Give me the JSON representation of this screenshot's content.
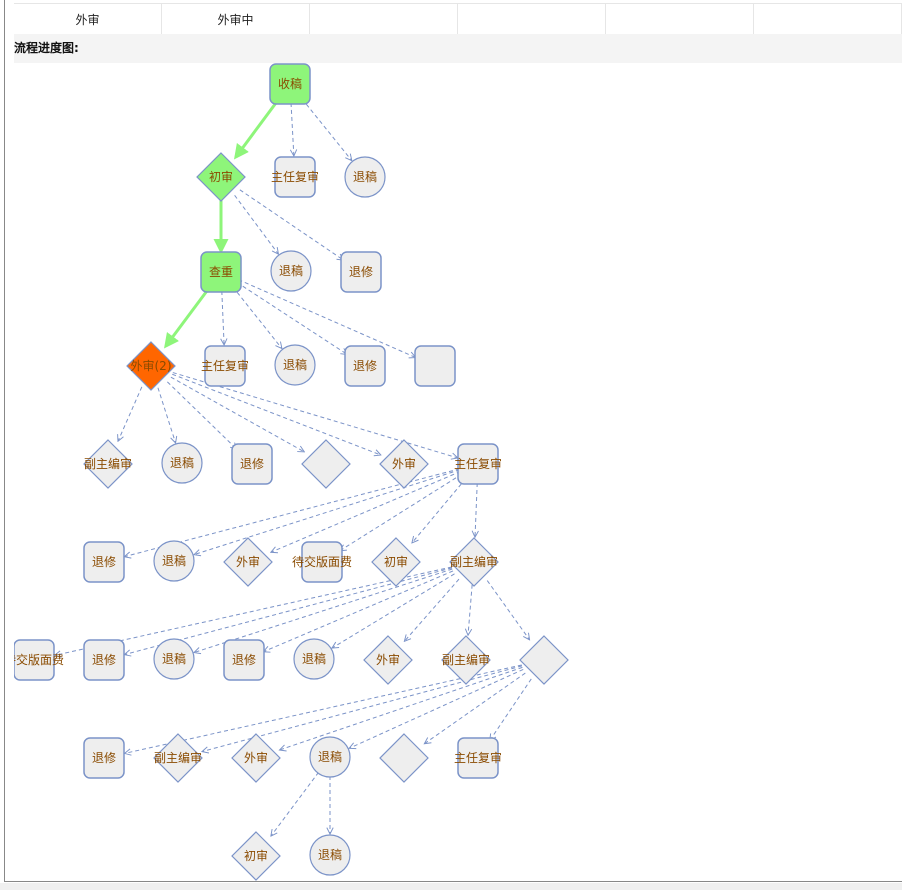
{
  "table": {
    "cells": [
      "外审",
      "外审中",
      "",
      "",
      "",
      ""
    ]
  },
  "section_title": "流程进度图:",
  "colors": {
    "edge": "#7b93c8",
    "done": "#8ef57a",
    "current": "#ff6600",
    "pending": "#eeeeee",
    "border": "#7b93c8",
    "done_edge": "#8ef57a"
  },
  "nodes": [
    {
      "label": "收稿",
      "shape": "rect",
      "state": "done"
    },
    {
      "label": "初审",
      "shape": "diamond",
      "state": "done"
    },
    {
      "label": "主任复审",
      "shape": "rect",
      "state": "pending"
    },
    {
      "label": "退稿",
      "shape": "circle",
      "state": "pending"
    },
    {
      "label": "查重",
      "shape": "rect",
      "state": "done"
    },
    {
      "label": "退稿",
      "shape": "circle",
      "state": "pending"
    },
    {
      "label": "退修",
      "shape": "rect",
      "state": "pending"
    },
    {
      "label": "外审(2)",
      "shape": "diamond",
      "state": "current"
    },
    {
      "label": "主任复审",
      "shape": "rect",
      "state": "pending"
    },
    {
      "label": "退稿",
      "shape": "circle",
      "state": "pending"
    },
    {
      "label": "退修",
      "shape": "rect",
      "state": "pending"
    },
    {
      "label": "",
      "shape": "rect",
      "state": "pending"
    },
    {
      "label": "副主编审",
      "shape": "diamond",
      "state": "pending"
    },
    {
      "label": "退稿",
      "shape": "circle",
      "state": "pending"
    },
    {
      "label": "退修",
      "shape": "rect",
      "state": "pending"
    },
    {
      "label": "",
      "shape": "diamond",
      "state": "pending"
    },
    {
      "label": "外审",
      "shape": "diamond",
      "state": "pending"
    },
    {
      "label": "主任复审",
      "shape": "rect",
      "state": "pending"
    },
    {
      "label": "退修",
      "shape": "rect",
      "state": "pending"
    },
    {
      "label": "退稿",
      "shape": "circle",
      "state": "pending"
    },
    {
      "label": "外审",
      "shape": "diamond",
      "state": "pending"
    },
    {
      "label": "待交版面费",
      "shape": "rect",
      "state": "pending"
    },
    {
      "label": "初审",
      "shape": "diamond",
      "state": "pending"
    },
    {
      "label": "副主编审",
      "shape": "diamond",
      "state": "pending"
    },
    {
      "label": "待交版面费",
      "shape": "rect",
      "state": "pending"
    },
    {
      "label": "退修",
      "shape": "rect",
      "state": "pending"
    },
    {
      "label": "退稿",
      "shape": "circle",
      "state": "pending"
    },
    {
      "label": "退修",
      "shape": "rect",
      "state": "pending"
    },
    {
      "label": "退稿",
      "shape": "circle",
      "state": "pending"
    },
    {
      "label": "外审",
      "shape": "diamond",
      "state": "pending"
    },
    {
      "label": "副主编审",
      "shape": "diamond",
      "state": "pending"
    },
    {
      "label": "",
      "shape": "diamond",
      "state": "pending"
    },
    {
      "label": "退修",
      "shape": "rect",
      "state": "pending"
    },
    {
      "label": "副主编审",
      "shape": "diamond",
      "state": "pending"
    },
    {
      "label": "外审",
      "shape": "diamond",
      "state": "pending"
    },
    {
      "label": "退稿",
      "shape": "circle",
      "state": "pending"
    },
    {
      "label": "",
      "shape": "diamond",
      "state": "pending"
    },
    {
      "label": "主任复审",
      "shape": "rect",
      "state": "pending"
    },
    {
      "label": "初审",
      "shape": "diamond",
      "state": "pending"
    },
    {
      "label": "退稿",
      "shape": "circle",
      "state": "pending"
    }
  ],
  "edges": [
    [
      0,
      1,
      true
    ],
    [
      0,
      2,
      false
    ],
    [
      0,
      3,
      false
    ],
    [
      1,
      4,
      true
    ],
    [
      1,
      5,
      false
    ],
    [
      1,
      6,
      false
    ],
    [
      4,
      7,
      true
    ],
    [
      4,
      8,
      false
    ],
    [
      4,
      9,
      false
    ],
    [
      4,
      10,
      false
    ],
    [
      4,
      11,
      false
    ],
    [
      7,
      12,
      false
    ],
    [
      7,
      13,
      false
    ],
    [
      7,
      14,
      false
    ],
    [
      7,
      15,
      false
    ],
    [
      7,
      16,
      false
    ],
    [
      7,
      17,
      false
    ],
    [
      17,
      18,
      false
    ],
    [
      17,
      19,
      false
    ],
    [
      17,
      20,
      false
    ],
    [
      17,
      21,
      false
    ],
    [
      17,
      22,
      false
    ],
    [
      17,
      23,
      false
    ],
    [
      23,
      24,
      false
    ],
    [
      23,
      25,
      false
    ],
    [
      23,
      26,
      false
    ],
    [
      23,
      27,
      false
    ],
    [
      23,
      28,
      false
    ],
    [
      23,
      29,
      false
    ],
    [
      23,
      30,
      false
    ],
    [
      23,
      31,
      false
    ],
    [
      31,
      32,
      false
    ],
    [
      31,
      33,
      false
    ],
    [
      31,
      34,
      false
    ],
    [
      31,
      35,
      false
    ],
    [
      31,
      36,
      false
    ],
    [
      31,
      37,
      false
    ],
    [
      35,
      38,
      false
    ],
    [
      35,
      39,
      false
    ]
  ]
}
